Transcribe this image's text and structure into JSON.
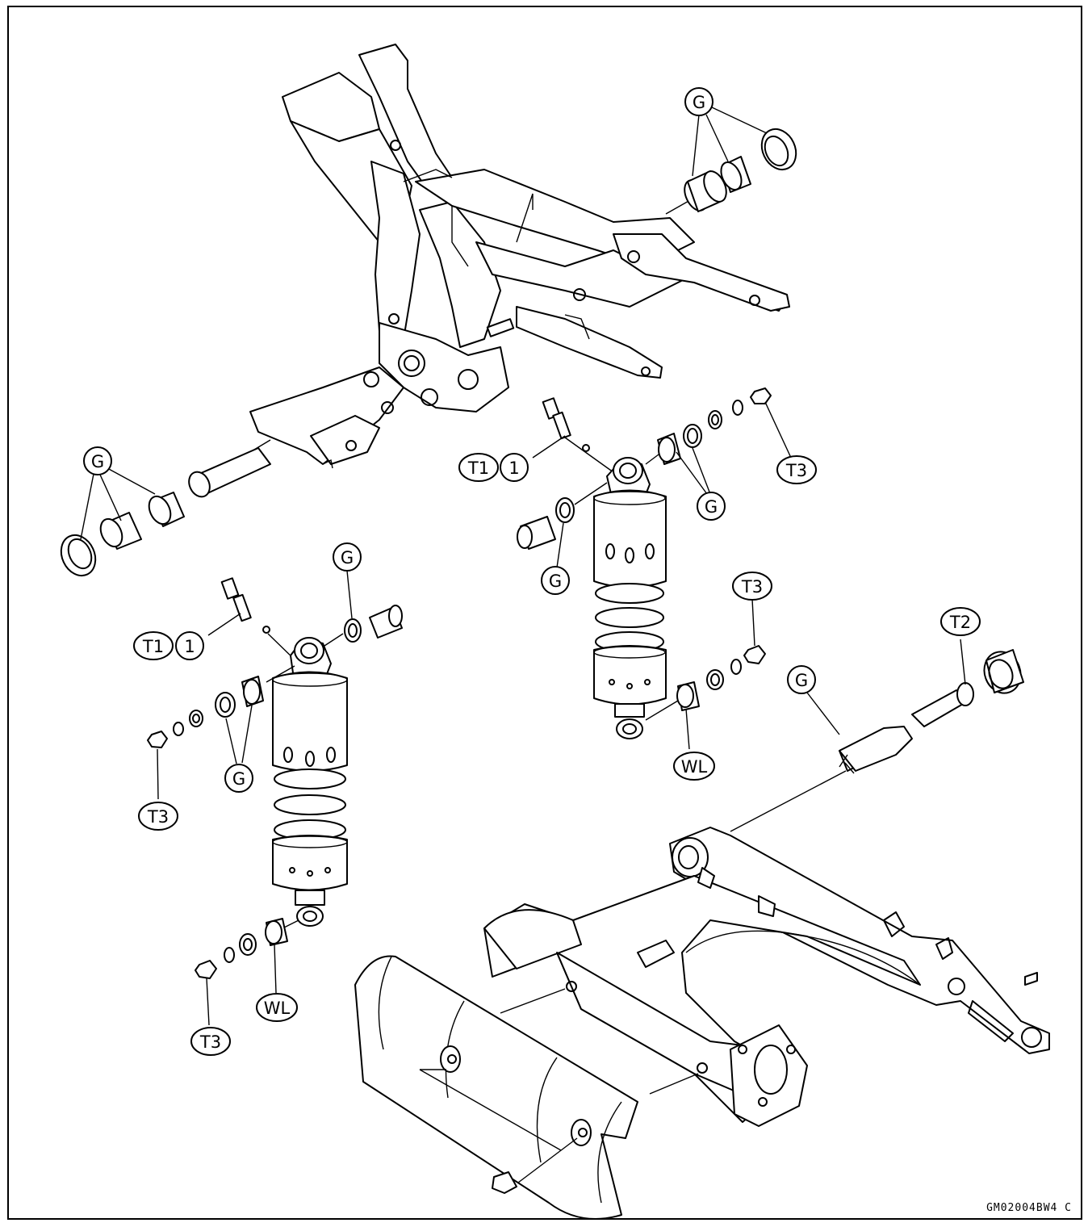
{
  "labels": {
    "grease": "G",
    "t1": "T1",
    "one": "1",
    "t2": "T2",
    "t3": "T3",
    "wl": "WL"
  },
  "figure_code": "GM02004BW4 C"
}
